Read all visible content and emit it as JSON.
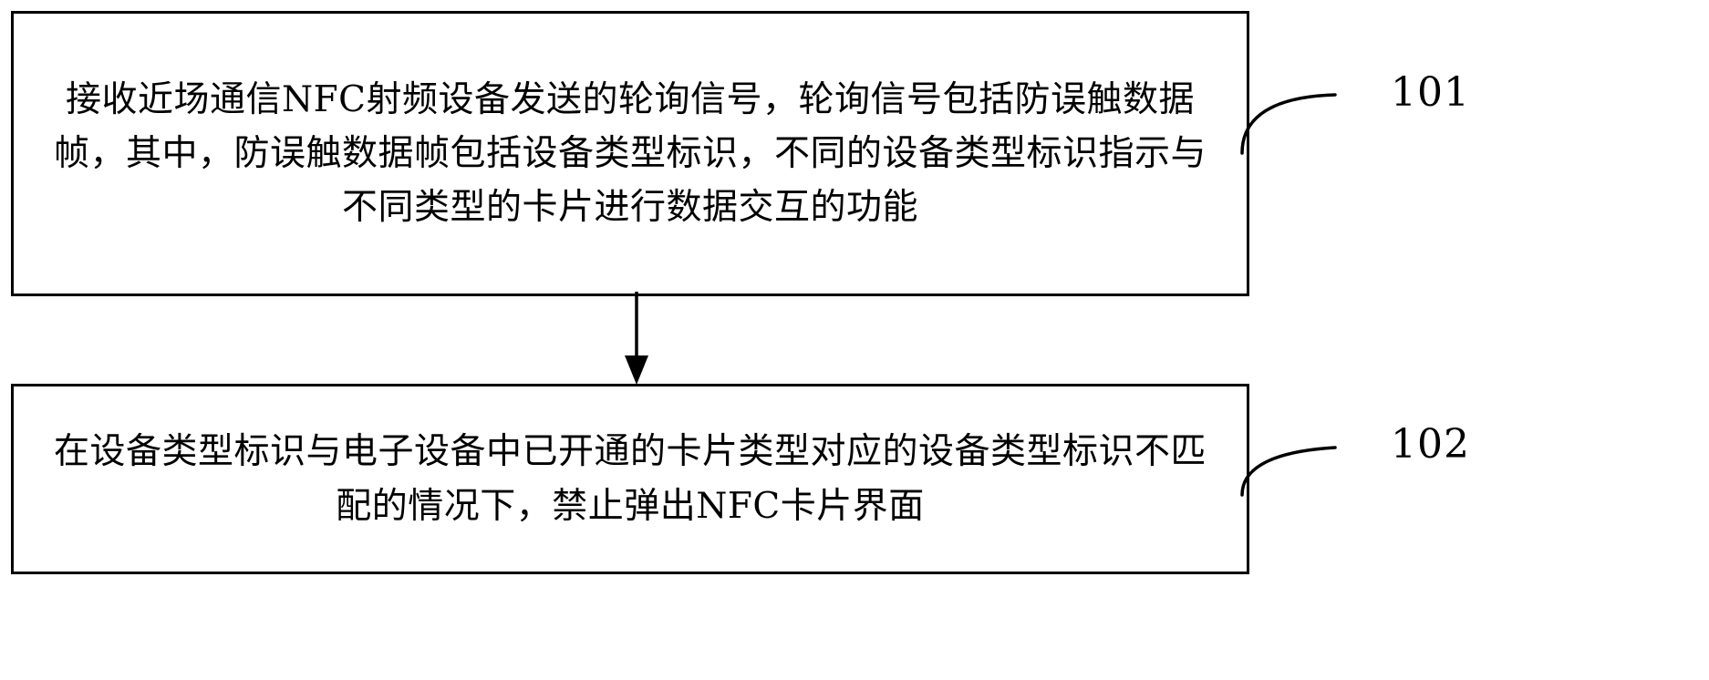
{
  "figure": {
    "type": "patent-flowchart",
    "orientation": "vertical",
    "background_color": "#ffffff",
    "line_color": "#000000"
  },
  "steps": [
    {
      "id": "101",
      "ref_numeral": "101",
      "text": "接收近场通信NFC射频设备发送的轮询信号，轮询信号包括防误触数据帧，其中，防误触数据帧包括设备类型标识，不同的设备类型标识指示与不同类型的卡片进行数据交互的功能",
      "lines": [
        "接收近场通信NFC射频设备发送的轮询信号，轮询信号包括防",
        "误触数据帧，其中，防误触数据帧包括设备类型标识，不同的",
        "设备类型标识指示与不同类型的卡片进行数据交互的功能"
      ]
    },
    {
      "id": "102",
      "ref_numeral": "102",
      "text": "在设备类型标识与电子设备中已开通的卡片类型对应的设备类型标识不匹配的情况下，禁止弹出NFC卡片界面",
      "lines": [
        "在设备类型标识与电子设备中已开通的卡片类型对应的设备类",
        "型标识不匹配的情况下，禁止弹出NFC卡片界面"
      ]
    }
  ],
  "connectors": [
    {
      "name": "arrow-101-to-102",
      "from": "101",
      "to": "102",
      "style": "solid-line-with-filled-arrowhead"
    }
  ]
}
